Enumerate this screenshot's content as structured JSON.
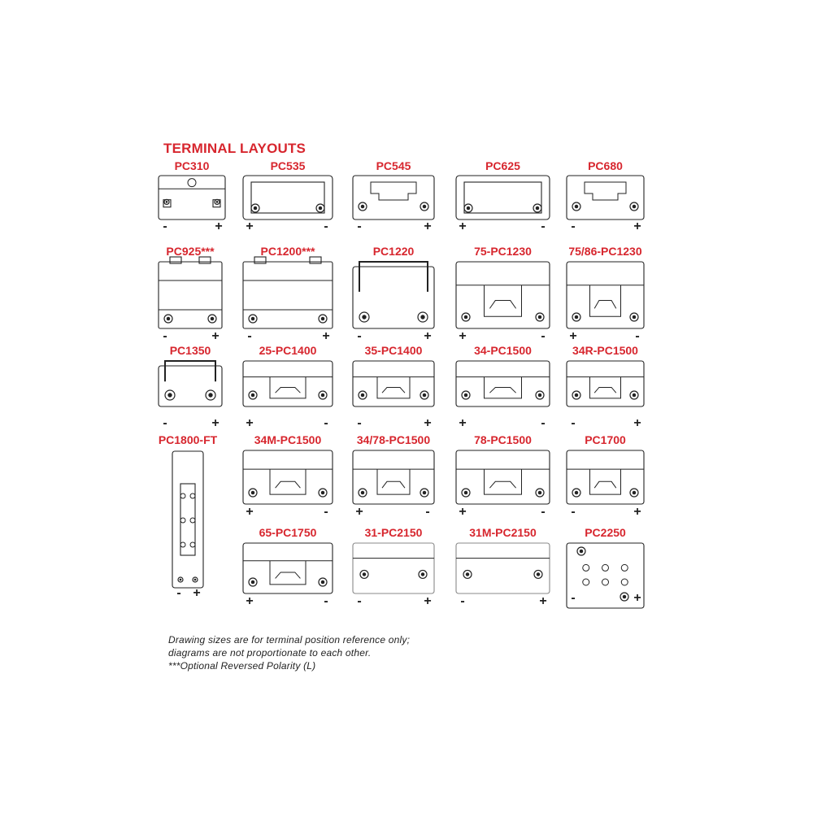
{
  "title": "TERMINAL LAYOUTS",
  "colors": {
    "accent": "#d7262e",
    "line": "#222222"
  },
  "batteries": [
    {
      "name": "PC310",
      "style": "small",
      "left": "-",
      "right": "+"
    },
    {
      "name": "PC535",
      "style": "wide",
      "left": "+",
      "right": "-"
    },
    {
      "name": "PC545",
      "style": "notch",
      "left": "-",
      "right": "+"
    },
    {
      "name": "PC625",
      "style": "wide",
      "left": "+",
      "right": "-"
    },
    {
      "name": "PC680",
      "style": "notch",
      "left": "-",
      "right": "+"
    },
    {
      "name": "PC925***",
      "style": "tall",
      "left": "-",
      "right": "+"
    },
    {
      "name": "PC1200***",
      "style": "tall",
      "left": "-",
      "right": "+"
    },
    {
      "name": "PC1220",
      "style": "handle",
      "left": "-",
      "right": "+"
    },
    {
      "name": "75-PC1230",
      "style": "auto",
      "left": "+",
      "right": "-"
    },
    {
      "name": "75/86-PC1230",
      "style": "auto",
      "left": "+",
      "right": "-"
    },
    {
      "name": "PC1350",
      "style": "handle",
      "left": "-",
      "right": "+"
    },
    {
      "name": "25-PC1400",
      "style": "auto",
      "left": "+",
      "right": "-"
    },
    {
      "name": "35-PC1400",
      "style": "auto",
      "left": "-",
      "right": "+"
    },
    {
      "name": "34-PC1500",
      "style": "auto",
      "left": "+",
      "right": "-"
    },
    {
      "name": "34R-PC1500",
      "style": "auto",
      "left": "-",
      "right": "+"
    },
    {
      "name": "PC1800-FT",
      "style": "vertical",
      "left": "-",
      "right": "+"
    },
    {
      "name": "34M-PC1500",
      "style": "auto",
      "left": "+",
      "right": "-"
    },
    {
      "name": "34/78-PC1500",
      "style": "auto",
      "left": "+",
      "right": "-"
    },
    {
      "name": "78-PC1500",
      "style": "auto",
      "left": "+",
      "right": "-"
    },
    {
      "name": "PC1700",
      "style": "auto",
      "left": "-",
      "right": "+"
    },
    {
      "name": "65-PC1750",
      "style": "auto",
      "left": "+",
      "right": "-"
    },
    {
      "name": "31-PC2150",
      "style": "flat",
      "left": "-",
      "right": "+"
    },
    {
      "name": "31M-PC2150",
      "style": "flat",
      "left": "-",
      "right": "+"
    },
    {
      "name": "PC2250",
      "style": "square",
      "left": "-",
      "right": "+"
    }
  ],
  "notes": [
    "Drawing sizes are for terminal position reference only;",
    "diagrams are not proportionate to each other.",
    "***Optional Reversed Polarity (L)"
  ]
}
